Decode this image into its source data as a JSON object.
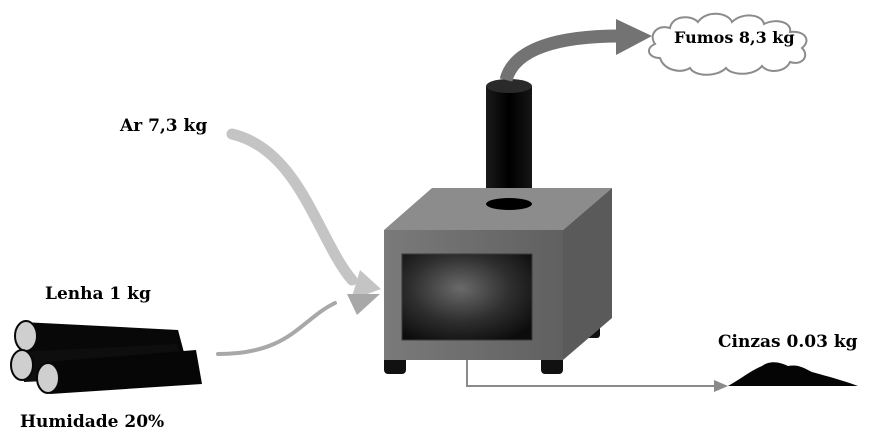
{
  "labels": {
    "air": "Ar 7,3 kg",
    "firewood": "Lenha 1 kg",
    "humidity": "Humidade 20%",
    "fumes": "Fumos 8,3 kg",
    "ashes": "Cinzas 0.03 kg"
  },
  "colors": {
    "air_arrow": "#c4c4c4",
    "wood_arrow": "#a8a8a8",
    "fumes_arrow": "#737373",
    "ash_line": "#8a8a8a",
    "stove_body": "#6e6e6e",
    "stove_top": "#8c8c8c",
    "stove_side": "#5a5a5a",
    "chimney": "#0a0a0a",
    "logs": "#080808",
    "log_ends": "#cfcfcf",
    "ash_pile": "#050505",
    "cloud_outline": "#8c8c8c"
  },
  "icons": [
    "stove-icon",
    "chimney-icon",
    "logs-icon",
    "cloud-icon",
    "ash-pile-icon"
  ]
}
